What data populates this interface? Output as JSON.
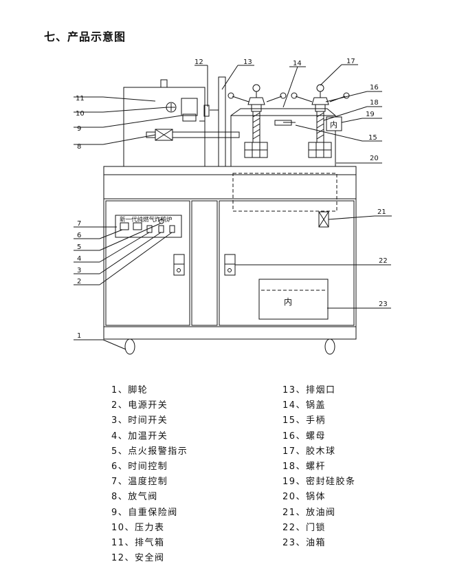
{
  "heading": "七、产品示意图",
  "diagram": {
    "panel_label": "新一代纯燃气炸鸭炉",
    "inner_mark_upper": "内",
    "inner_mark_lower": "内",
    "callouts": [
      "1",
      "2",
      "3",
      "4",
      "5",
      "6",
      "7",
      "8",
      "9",
      "10",
      "11",
      "12",
      "13",
      "14",
      "15",
      "16",
      "17",
      "18",
      "19",
      "20",
      "21",
      "22",
      "23"
    ]
  },
  "legend": {
    "left": [
      "1、脚轮",
      "2、电源开关",
      "3、时间开关",
      "4、加温开关",
      "5、点火报警指示",
      "6、时间控制",
      "7、温度控制",
      "8、放气阀",
      "9、自重保险阀",
      "10、压力表",
      "11、排气箱",
      "12、安全阀"
    ],
    "right": [
      "13、排烟口",
      "14、锅盖",
      "15、手柄",
      "16、螺母",
      "17、胶木球",
      "18、螺杆",
      "19、密封硅胶条",
      "20、锅体",
      "21、放油阀",
      "22、门锁",
      "23、油箱"
    ]
  }
}
